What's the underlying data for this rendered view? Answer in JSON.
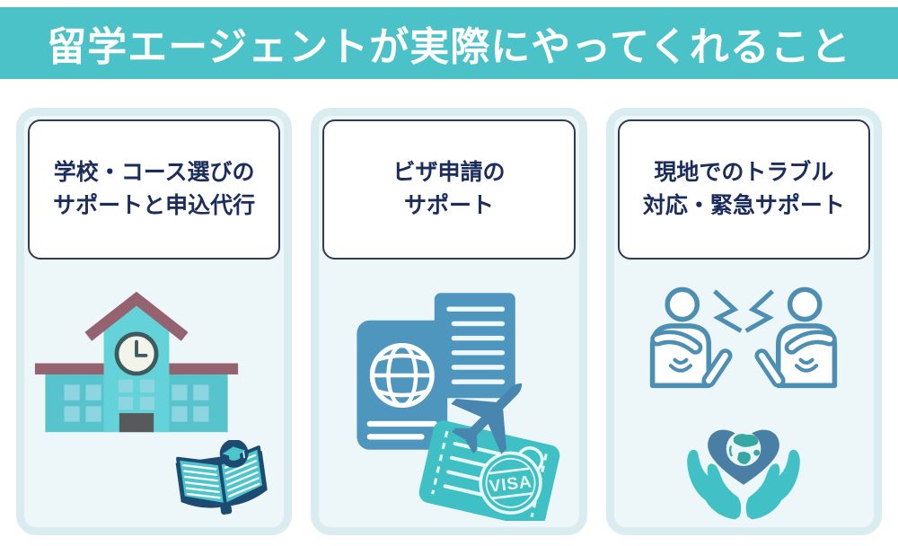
{
  "header": {
    "title": "留学エージェントが実際にやってくれること"
  },
  "cards": [
    {
      "id": "school-course-support",
      "title_line1": "学校・コース選びの",
      "title_line2": "サポートと申込代行",
      "icons": [
        "school-building-icon",
        "open-book-graduation-icon"
      ]
    },
    {
      "id": "visa-application-support",
      "title_line1": "ビザ申請の",
      "title_line2": "サポート",
      "visa_label": "VISA",
      "icons": [
        "passport-globe-icon",
        "airplane-icon",
        "visa-ticket-stamp-icon"
      ]
    },
    {
      "id": "local-trouble-emergency-support",
      "title_line1": "現地でのトラブル",
      "title_line2": "対応・緊急サポート",
      "icons": [
        "arguing-people-icon",
        "hands-holding-heart-globe-icon"
      ]
    }
  ],
  "colors": {
    "header_bg": "#4bc2c7",
    "card_border": "#d9edf1",
    "card_bg": "#edf7f9",
    "title_text": "#1b2d5c",
    "steel_blue": "#4e96bd",
    "teal": "#3fc0c5",
    "roof_mauve": "#95636f",
    "heart_blue": "#4a7fa5",
    "outline_blue": "#4d8fb3",
    "hand_teal": "#41c1c6"
  }
}
